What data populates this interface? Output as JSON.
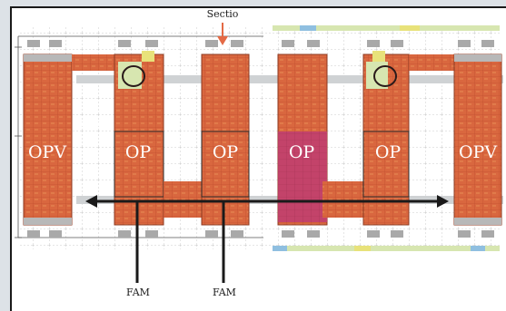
{
  "labels": {
    "section": "Sectio",
    "opv_left": "OPV",
    "op_1": "OP",
    "op_2": "OP",
    "op_3": "OP",
    "op_4": "OP",
    "opv_right": "OPV",
    "fam_1": "FAM",
    "fam_2": "FAM"
  },
  "colors": {
    "ward": "#d9673f",
    "ward_dark": "#c24a2c",
    "ward_pink": "#c3436a",
    "corridor": "#cfd2d4",
    "arrow": "#1a1a1a",
    "section_arrow": "#e46a45",
    "grid": "#8a8a8a",
    "background": "#dde2e7"
  }
}
